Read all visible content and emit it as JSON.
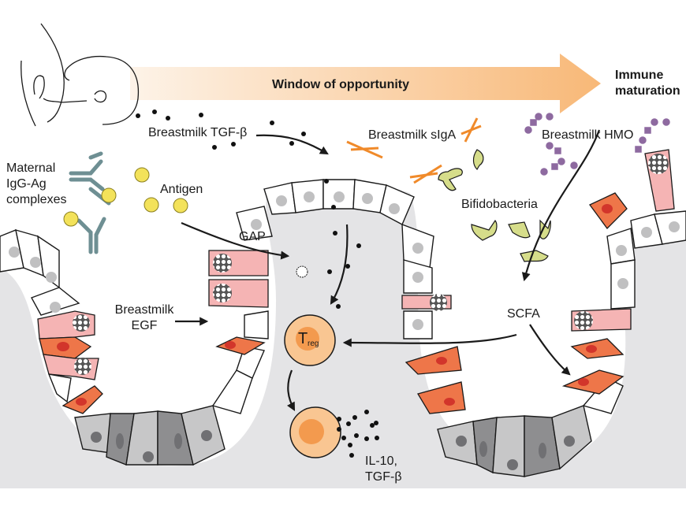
{
  "figure": {
    "banner": {
      "label": "Window of opportunity",
      "end_label_line1": "Immune",
      "end_label_line2": "maturation",
      "gradient_start": "#fdf1e4",
      "gradient_end": "#f8b877"
    },
    "labels": {
      "tgf_beta": "Breastmilk TGF-β",
      "maternal_line1": "Maternal",
      "maternal_line2": "IgG-Ag",
      "maternal_line3": "complexes",
      "antigen": "Antigen",
      "siga": "Breastmilk sIgA",
      "hmo": "Breastmilk HMO",
      "bifido": "Bifidobacteria",
      "gap": "GAP",
      "egf_line1": "Breastmilk",
      "egf_line2": "EGF",
      "scfa": "SCFA",
      "treg_main": "T",
      "treg_sub": "reg",
      "il10_line1": "IL-10,",
      "il10_line2": "TGF-β"
    },
    "colors": {
      "lamina_propria": "#e4e4e6",
      "antibody": "#6e8f93",
      "antigen": "#f3e25a",
      "siga": "#f08a2a",
      "bifido": "#d6dd8a",
      "hmo": "#8e6aa0",
      "goblet": "#f5b4b4",
      "enteroendocrine": "#ee7649",
      "treg": "#f9bd83"
    }
  }
}
